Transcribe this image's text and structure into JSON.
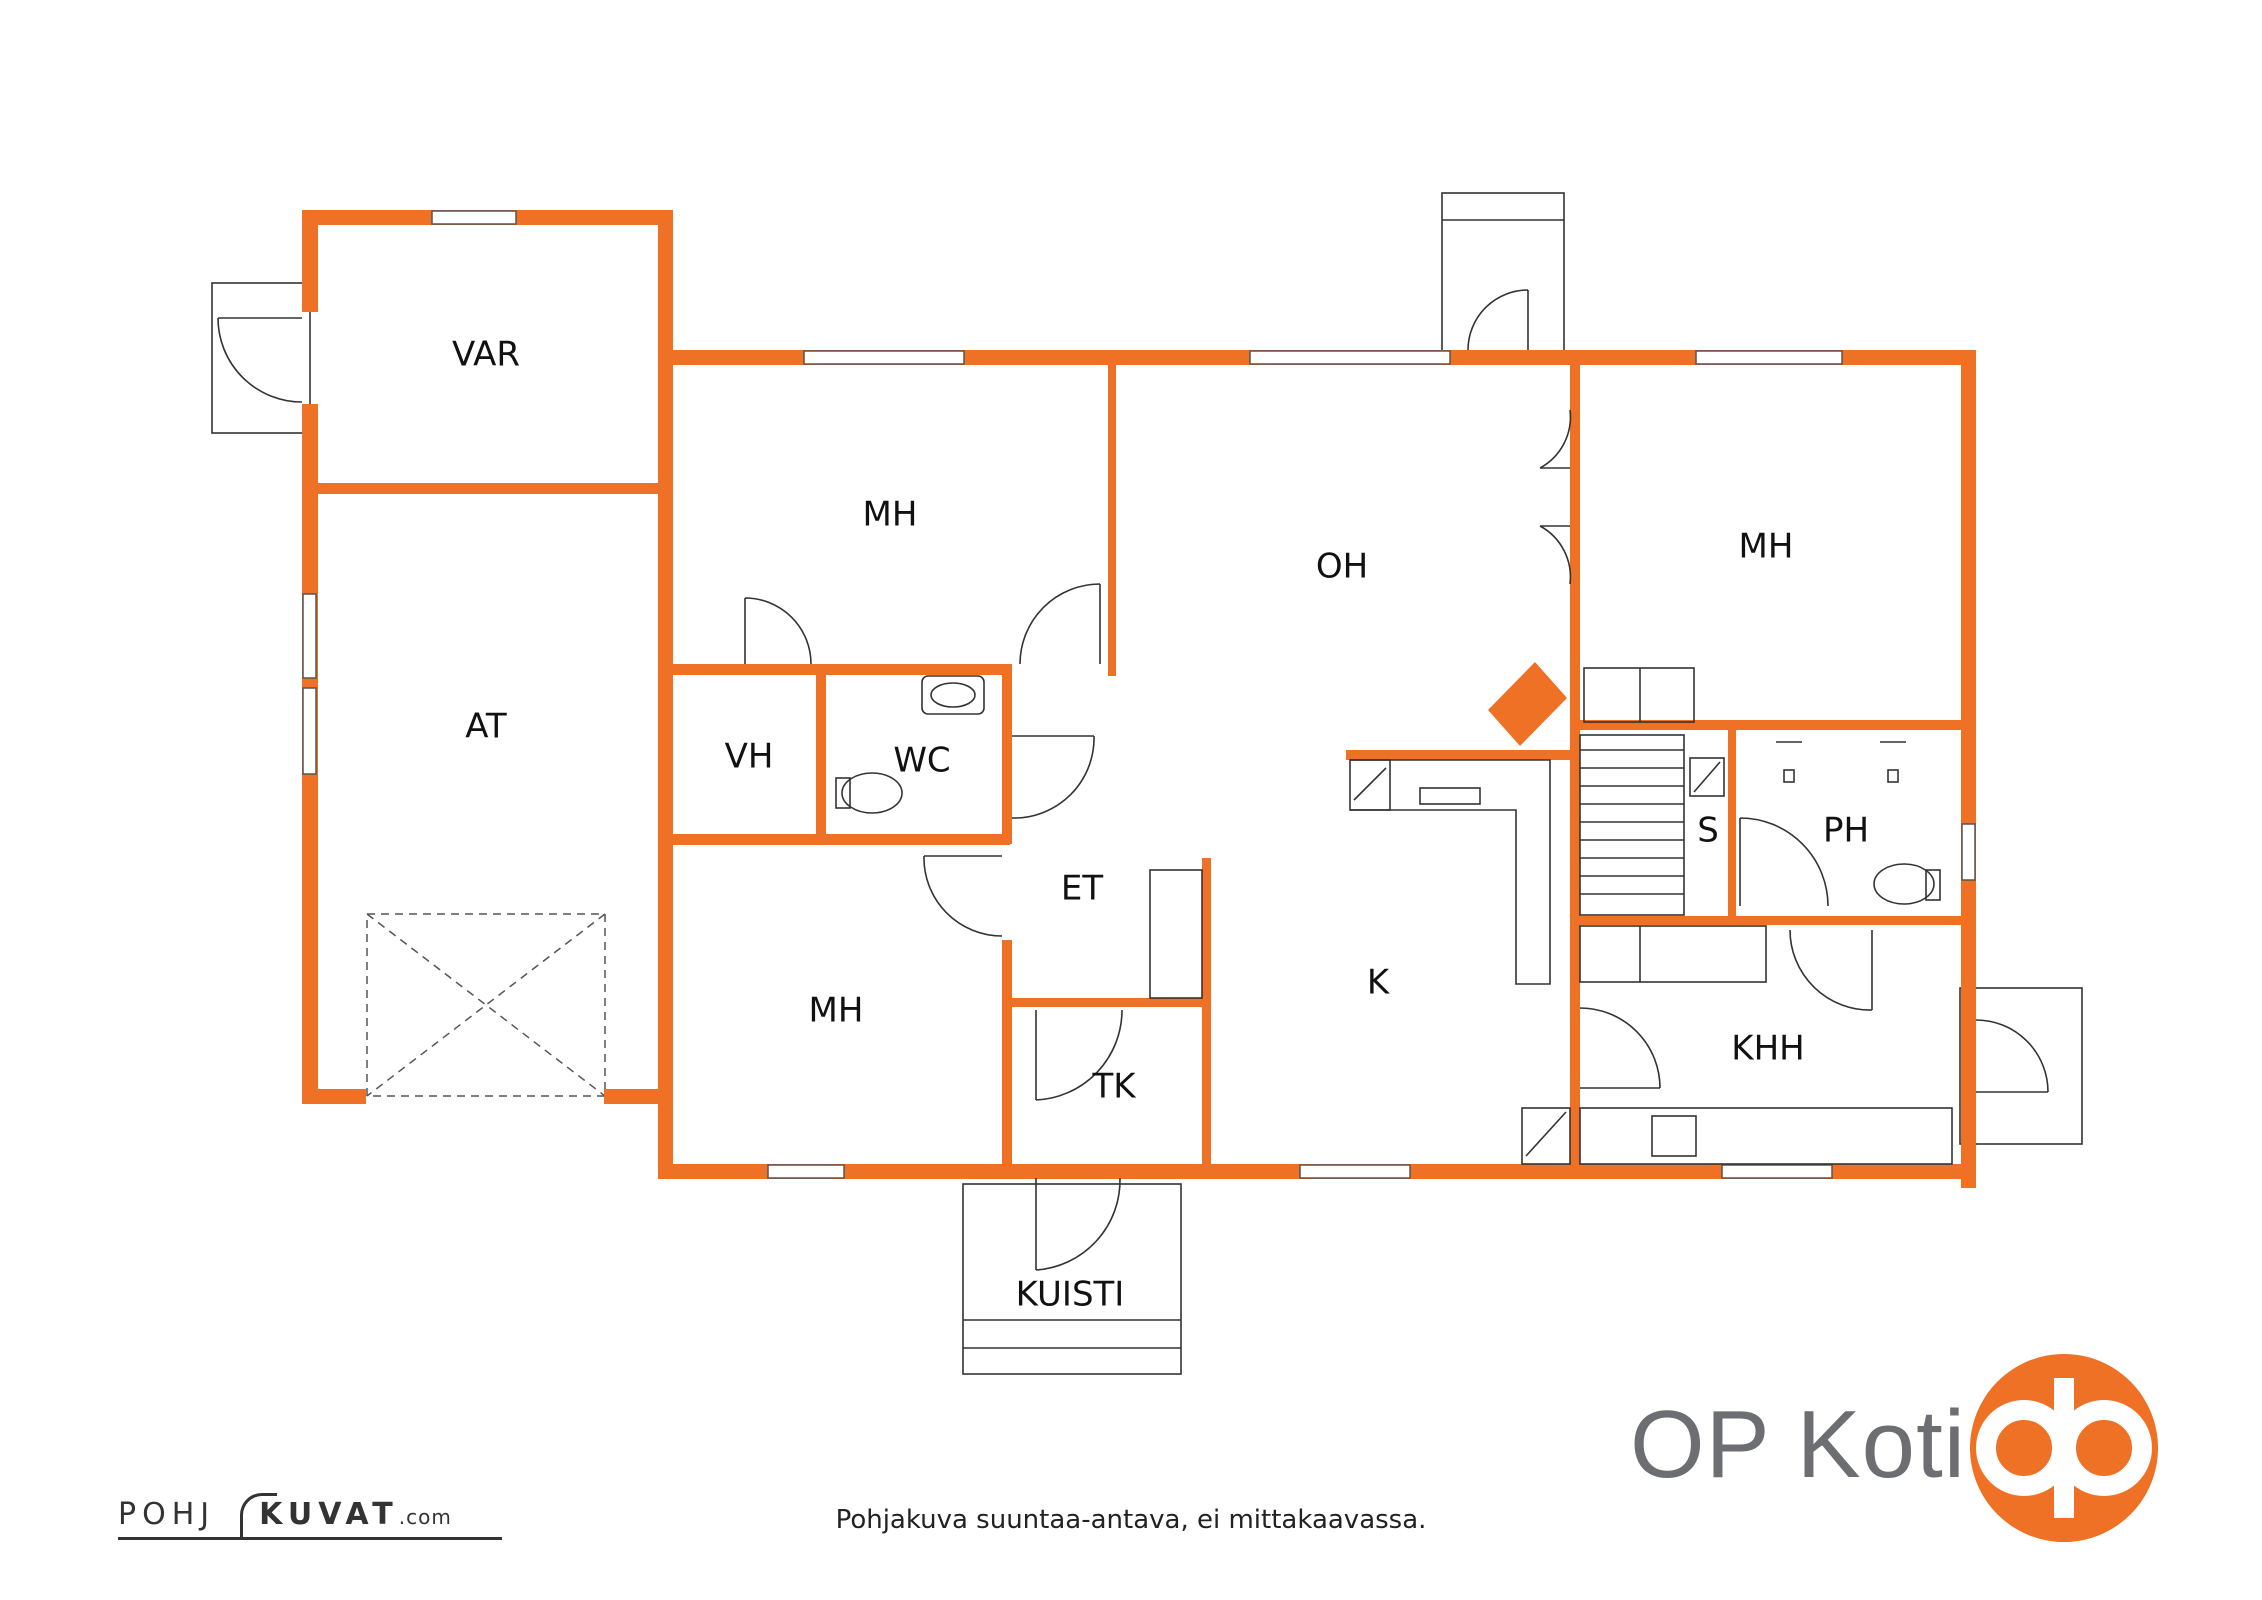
{
  "rooms": {
    "var": "VAR",
    "at": "AT",
    "mh_top": "MH",
    "vh": "VH",
    "wc": "WC",
    "oh": "OH",
    "mh_right": "MH",
    "s": "S",
    "ph": "PH",
    "et": "ET",
    "k": "K",
    "mh_bottom": "MH",
    "tk": "TK",
    "khh": "KHH",
    "kuisti": "KUISTI"
  },
  "brand": {
    "name": "OP Koti",
    "logo_color": "#EE7125"
  },
  "wall_color": "#EE7125",
  "disclaimer": "Pohjakuva suuntaa-antava, ei mittakaavassa.",
  "credit": {
    "part1": "POHJ",
    "part2": "KUVAT",
    "domain": ".com"
  }
}
